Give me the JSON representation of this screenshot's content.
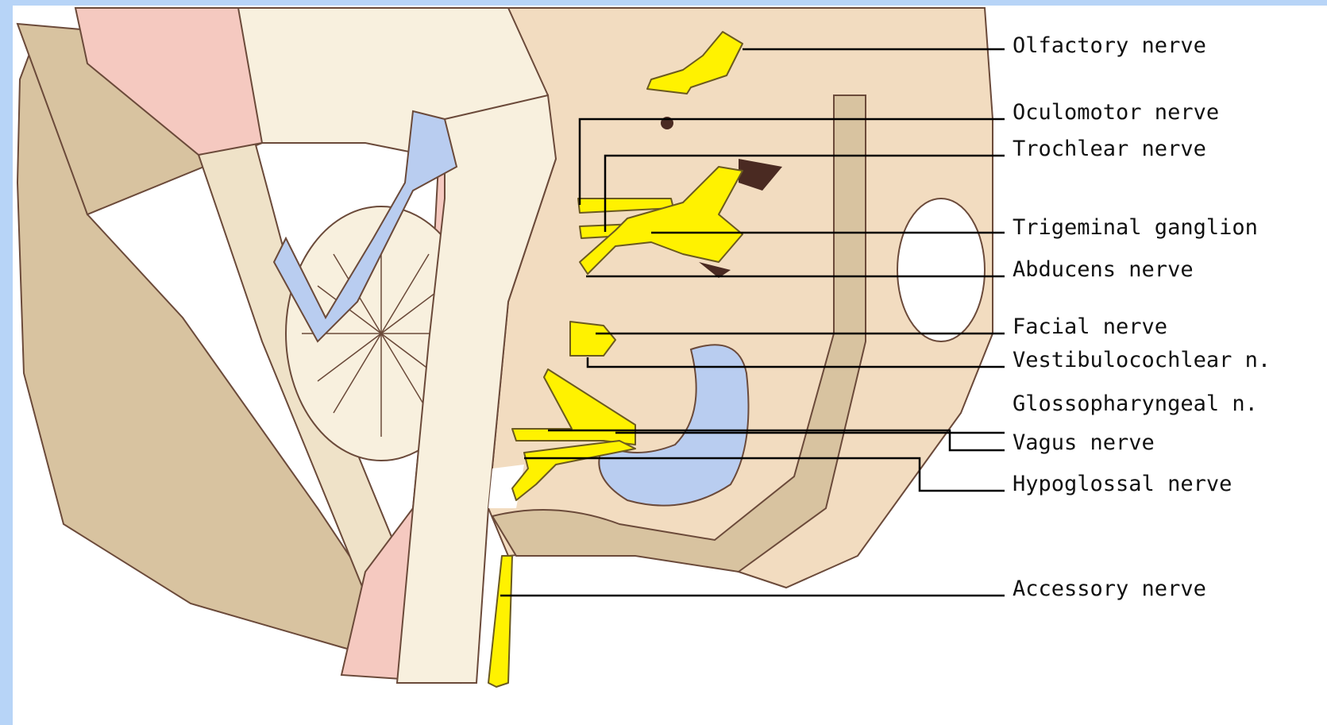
{
  "colors": {
    "frame": "#b7d4f7",
    "skull_bone": "#d8c3a0",
    "tissue": "#f2dcc0",
    "brain_tissue": "#f8f0de",
    "dura": "#f5c9c0",
    "ventricle": "#b9cdf0",
    "nerve": "#fff200",
    "dark_sinus": "#4a2a22",
    "outline": "#6b4a3a",
    "leader": "#000000"
  },
  "labels": {
    "olfactory": "Olfactory nerve",
    "oculomotor": "Oculomotor nerve",
    "trochlear": "Trochlear nerve",
    "trigeminal": "Trigeminal ganglion",
    "abducens": "Abducens nerve",
    "facial": "Facial nerve",
    "vestibulocochlear": "Vestibulocochlear n.",
    "glossopharyngeal": "Glossopharyngeal n.",
    "vagus": "Vagus nerve",
    "hypoglossal": "Hypoglossal nerve",
    "accessory": "Accessory nerve"
  }
}
